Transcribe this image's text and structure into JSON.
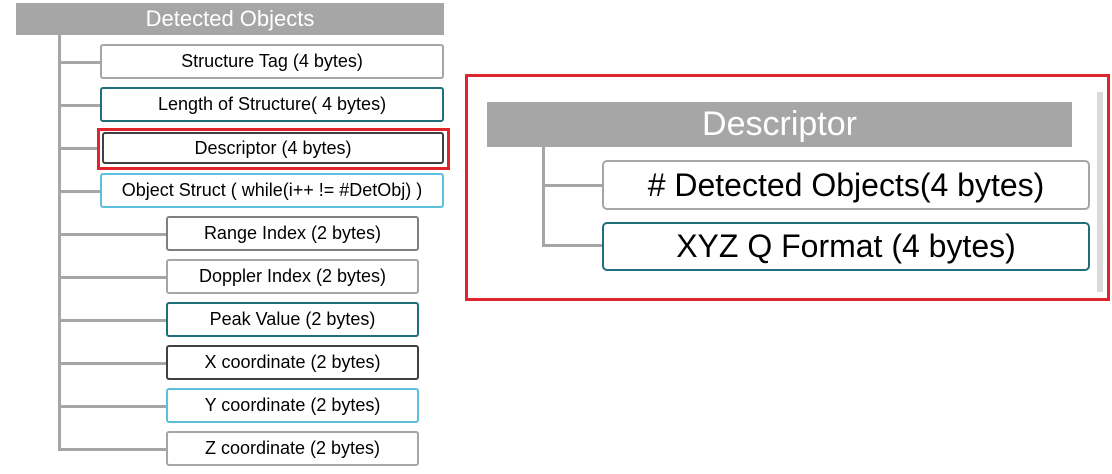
{
  "left_tree": {
    "title": "Detected Objects",
    "items": [
      {
        "label": "Structure Tag (4 bytes)",
        "border_color": "#a6a6a6"
      },
      {
        "label": "Length of Structure( 4 bytes)",
        "border_color": "#1f6f7a"
      },
      {
        "label": "Descriptor (4 bytes)",
        "border_color": "#404040"
      },
      {
        "label": "Object Struct ( while(i++ != #DetObj) )",
        "border_color": "#5bc0de"
      },
      {
        "label": "Range Index (2 bytes)",
        "border_color": "#808080"
      },
      {
        "label": "Doppler Index (2 bytes)",
        "border_color": "#a6a6a6"
      },
      {
        "label": "Peak Value (2 bytes)",
        "border_color": "#1f6f7a"
      },
      {
        "label": "X coordinate (2 bytes)",
        "border_color": "#404040"
      },
      {
        "label": "Y coordinate (2 bytes)",
        "border_color": "#5bc0de"
      },
      {
        "label": "Z coordinate (2 bytes)",
        "border_color": "#a6a6a6"
      }
    ]
  },
  "descriptor_panel": {
    "title": "Descriptor",
    "items": [
      {
        "label": "# Detected Objects(4 bytes)",
        "border_color": "#a6a6a6"
      },
      {
        "label": "XYZ Q Format (4 bytes)",
        "border_color": "#1f6f7a"
      }
    ]
  },
  "colors": {
    "header_gray": "#a6a6a6",
    "highlight_red": "#e0242c",
    "connector_gray": "#a6a6a6"
  }
}
